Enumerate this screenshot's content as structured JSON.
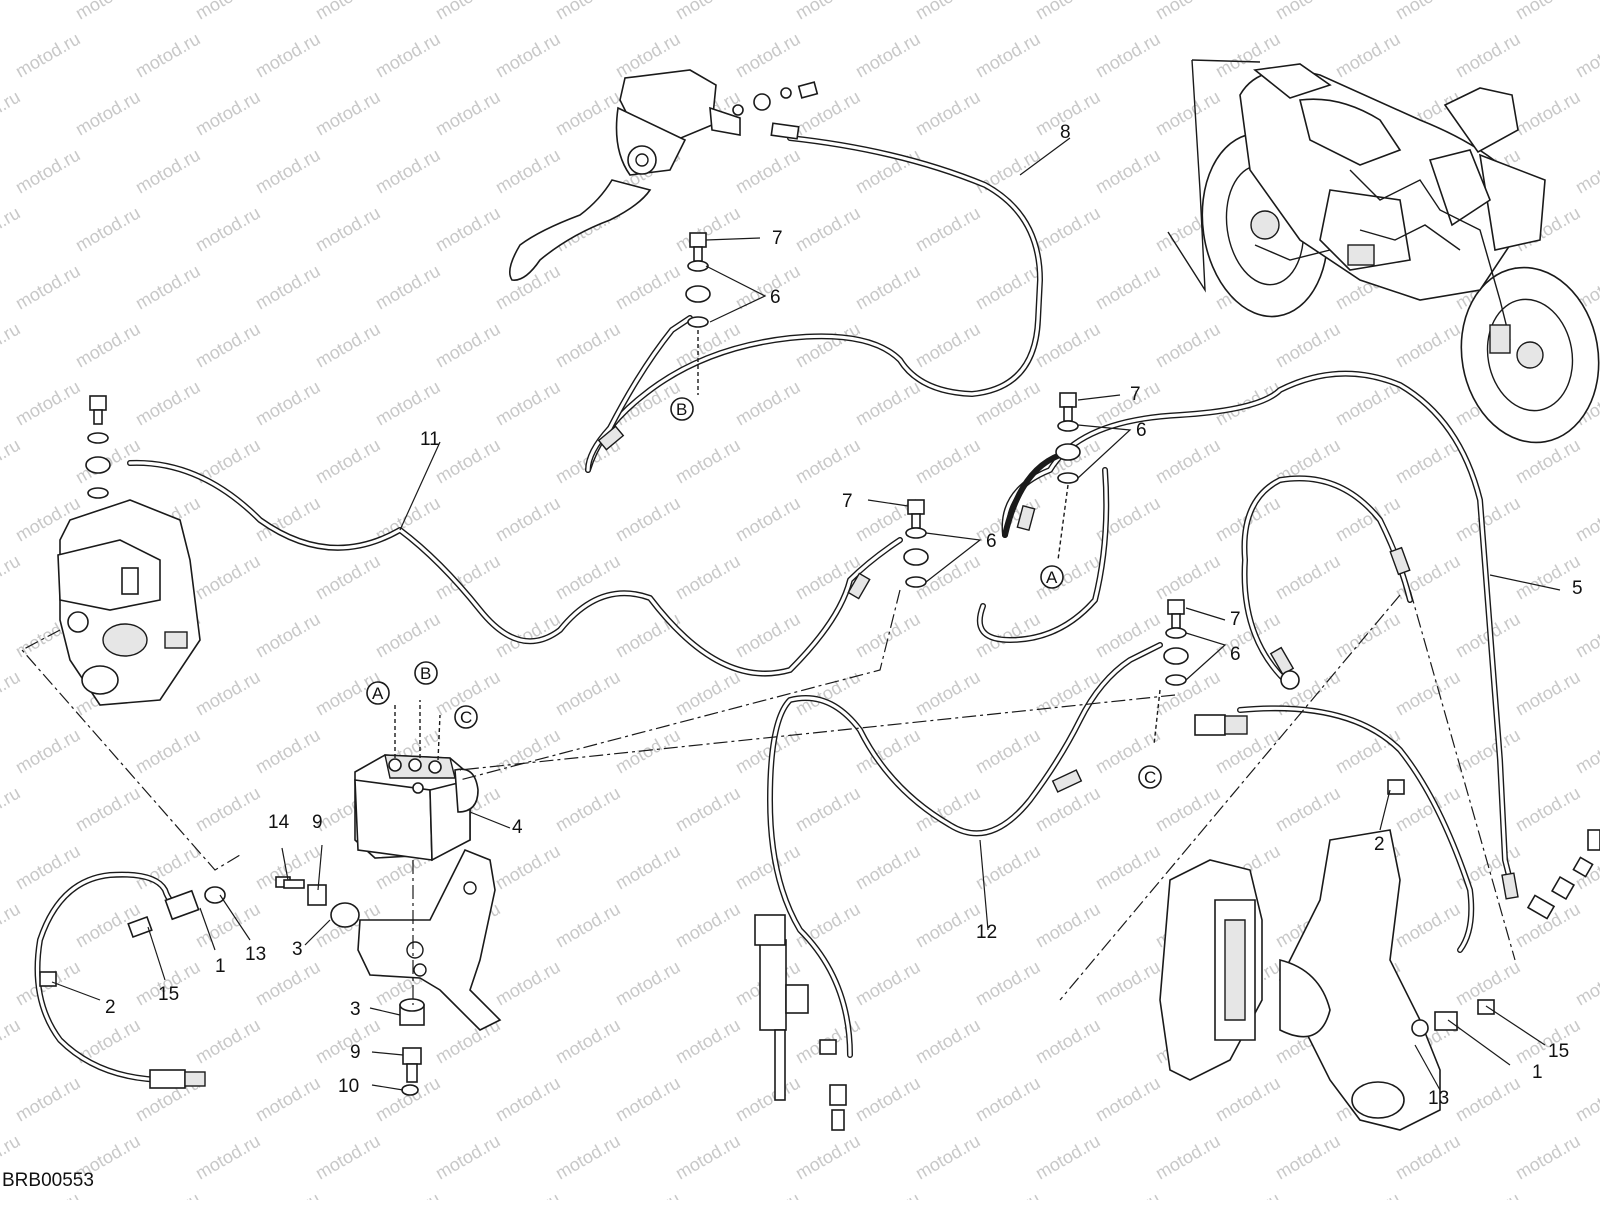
{
  "drawing_code": "BRB00553",
  "watermark_text": "motod.ru",
  "callouts": {
    "c1_left": "1",
    "c1_right": "1",
    "c2_left": "2",
    "c2_right": "2",
    "c3_a": "3",
    "c3_b": "3",
    "c4": "4",
    "c5": "5",
    "c6_a": "6",
    "c6_b": "6",
    "c6_c": "6",
    "c6_d": "6",
    "c7_a": "7",
    "c7_b": "7",
    "c7_c": "7",
    "c7_d": "7",
    "c8": "8",
    "c9_a": "9",
    "c9_b": "9",
    "c10": "10",
    "c11": "11",
    "c12": "12",
    "c13_left": "13",
    "c13_right": "13",
    "c14": "14",
    "c15_left": "15",
    "c15_right": "15"
  },
  "reference_letters": {
    "a_abs": "A",
    "b_abs": "B",
    "c_abs": "C",
    "a_front": "A",
    "b_master": "B",
    "c_rear": "C"
  }
}
